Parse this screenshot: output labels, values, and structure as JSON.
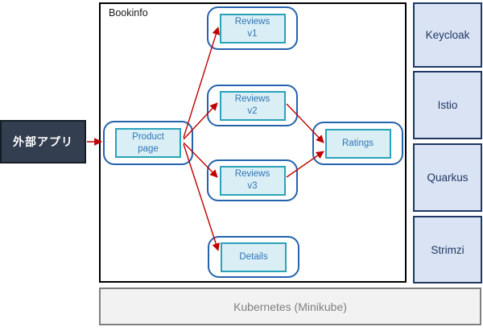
{
  "external_app": {
    "label": "外部アプリ"
  },
  "diagram": {
    "frame_label": "Bookinfo",
    "nodes": {
      "product_page": "Product\npage",
      "reviews_v1": "Reviews\nv1",
      "reviews_v2": "Reviews\nv2",
      "reviews_v3": "Reviews\nv3",
      "ratings": "Ratings",
      "details": "Details"
    },
    "edges": [
      {
        "from": "external_app",
        "to": "product_page"
      },
      {
        "from": "product_page",
        "to": "reviews_v1"
      },
      {
        "from": "product_page",
        "to": "reviews_v2"
      },
      {
        "from": "product_page",
        "to": "reviews_v3"
      },
      {
        "from": "product_page",
        "to": "details"
      },
      {
        "from": "reviews_v2",
        "to": "ratings"
      },
      {
        "from": "reviews_v3",
        "to": "ratings"
      }
    ]
  },
  "sidebar": {
    "items": [
      {
        "label": "Keycloak"
      },
      {
        "label": "Istio"
      },
      {
        "label": "Quarkus"
      },
      {
        "label": "Strimzi"
      }
    ]
  },
  "platform": {
    "label": "Kubernetes (Minikube)"
  },
  "colors": {
    "arrow": "#c00000",
    "node_border_outer": "#2563ad",
    "node_border_inner": "#29a3ba",
    "node_fill": "#daeef5",
    "node_text": "#2e75b6",
    "sidebar_fill": "#dae3f3",
    "sidebar_border": "#1f3864",
    "sidebar_text": "#1f3864",
    "external_fill": "#333f50",
    "external_text": "#ffffff",
    "platform_fill": "#f2f2f2",
    "platform_border": "#808080",
    "platform_text": "#7f7f7f",
    "frame_border": "#000000"
  }
}
